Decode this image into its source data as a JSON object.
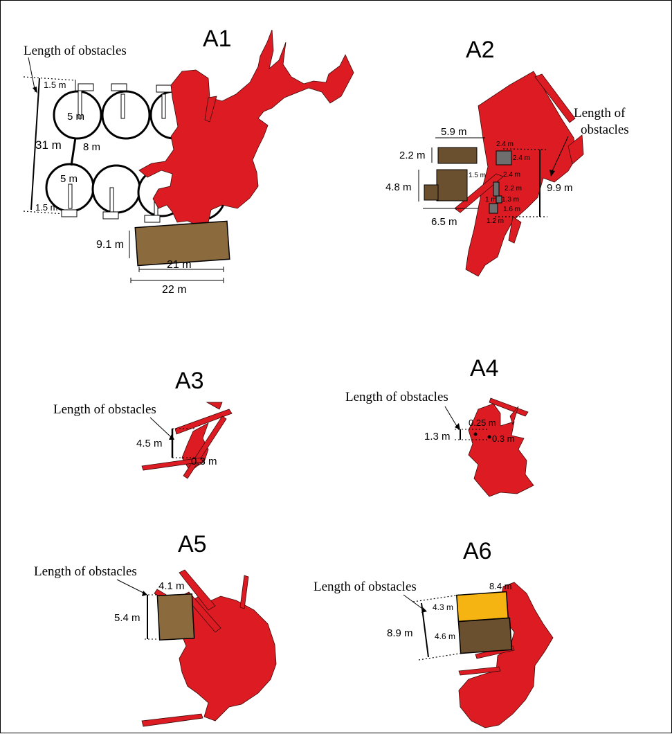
{
  "colors": {
    "fire": "#dd1b22",
    "building_brown": "#8b6a3e",
    "building_dark_brown": "#6b5030",
    "tank_gray": "#6e6e6e",
    "yellow_block": "#f5b411"
  },
  "panels": {
    "a1": {
      "title": "A1",
      "obstacle_label": "Length of obstacles",
      "labels": {
        "top_gap": "1.5 m",
        "bottom_gap": "1.5 m",
        "length": "31 m",
        "tank_top": "5 m",
        "tank_bottom": "5 m",
        "tank_spacing": "8 m",
        "building_height": "9.1 m",
        "building_inner": "21 m",
        "building_outer": "22 m"
      }
    },
    "a2": {
      "title": "A2",
      "obstacle_label_line1": "Length of",
      "obstacle_label_line2": "obstacles",
      "labels": {
        "top_width": "5.9 m",
        "box1_height": "2.2 m",
        "box2_height": "4.8 m",
        "bottom_width": "6.5 m",
        "gap_1_5": "1.5 m",
        "g1": "2.4 m",
        "g2": "2.4 m",
        "g3": "2.4 m",
        "g4": "2.2 m",
        "g5": "1 m",
        "g6": "1.3 m",
        "g7": "1.6 m",
        "g8": "1.2 m",
        "length": "9.9 m"
      }
    },
    "a3": {
      "title": "A3",
      "obstacle_label": "Length of obstacles",
      "labels": {
        "length": "4.5 m",
        "gap": "0.3 m"
      }
    },
    "a4": {
      "title": "A4",
      "obstacle_label": "Length of obstacles",
      "labels": {
        "length": "1.3 m",
        "top": "0.25 m",
        "side": "0.3 m"
      }
    },
    "a5": {
      "title": "A5",
      "obstacle_label": "Length of obstacles",
      "labels": {
        "width": "4.1 m",
        "height": "5.4 m"
      }
    },
    "a6": {
      "title": "A6",
      "obstacle_label": "Length of obstacles",
      "labels": {
        "width": "8.4 m",
        "yellow_height": "4.3 m",
        "brown_height": "4.6 m",
        "length": "8.9 m"
      }
    }
  }
}
